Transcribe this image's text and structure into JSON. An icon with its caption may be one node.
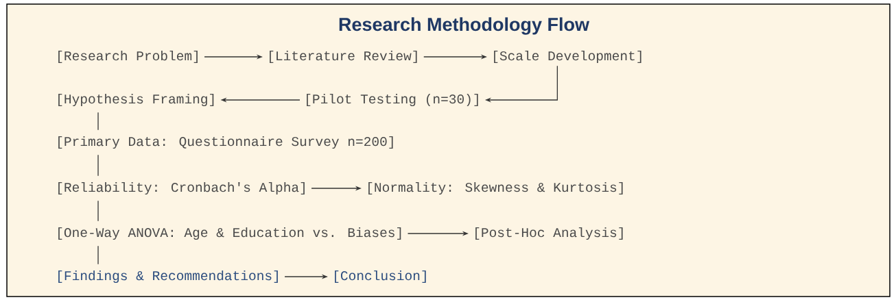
{
  "diagram": {
    "title": "Research Methodology Flow",
    "nodes": [
      {
        "text": [
          "[Research Problem]"
        ]
      },
      {
        "text": [
          "[Literature Review]"
        ]
      },
      {
        "text": [
          "[Scale Development]"
        ]
      },
      {
        "text": [
          "[Hypothesis Framing]"
        ]
      },
      {
        "text": [
          "[Pilot Testing (n=30)]"
        ]
      },
      {
        "text": [
          "[Primary Data: Questionnaire Survey n=200]"
        ]
      },
      {
        "text": [
          "[Reliability: Cronbach's Alpha]"
        ]
      },
      {
        "text": [
          "[Normality: Skewness & Kurtosis]"
        ]
      },
      {
        "text": [
          "[One-Way ANOVA: Age & Education vs. Biases]"
        ]
      },
      {
        "text": [
          "[Post-Hoc Analysis]"
        ]
      },
      {
        "text": [
          "[Findings & Recommendations]"
        ]
      },
      {
        "text": [
          "[Conclusion]"
        ]
      }
    ],
    "edges": [
      {
        "from": 0,
        "to": 1,
        "arrow": "to"
      },
      {
        "from": 1,
        "to": 2,
        "arrow": "to"
      },
      {
        "from": 2,
        "to": 4,
        "arrow": "to"
      },
      {
        "from": 4,
        "to": 3,
        "arrow": "to"
      },
      {
        "from": 3,
        "to": 5,
        "arrow": "none"
      },
      {
        "from": 5,
        "to": 6,
        "arrow": "none"
      },
      {
        "from": 6,
        "to": 7,
        "arrow": "to"
      },
      {
        "from": 6,
        "to": 8,
        "arrow": "none"
      },
      {
        "from": 8,
        "to": 9,
        "arrow": "to"
      },
      {
        "from": 8,
        "to": 10,
        "arrow": "none"
      },
      {
        "from": 10,
        "to": 11,
        "arrow": "to"
      }
    ]
  }
}
